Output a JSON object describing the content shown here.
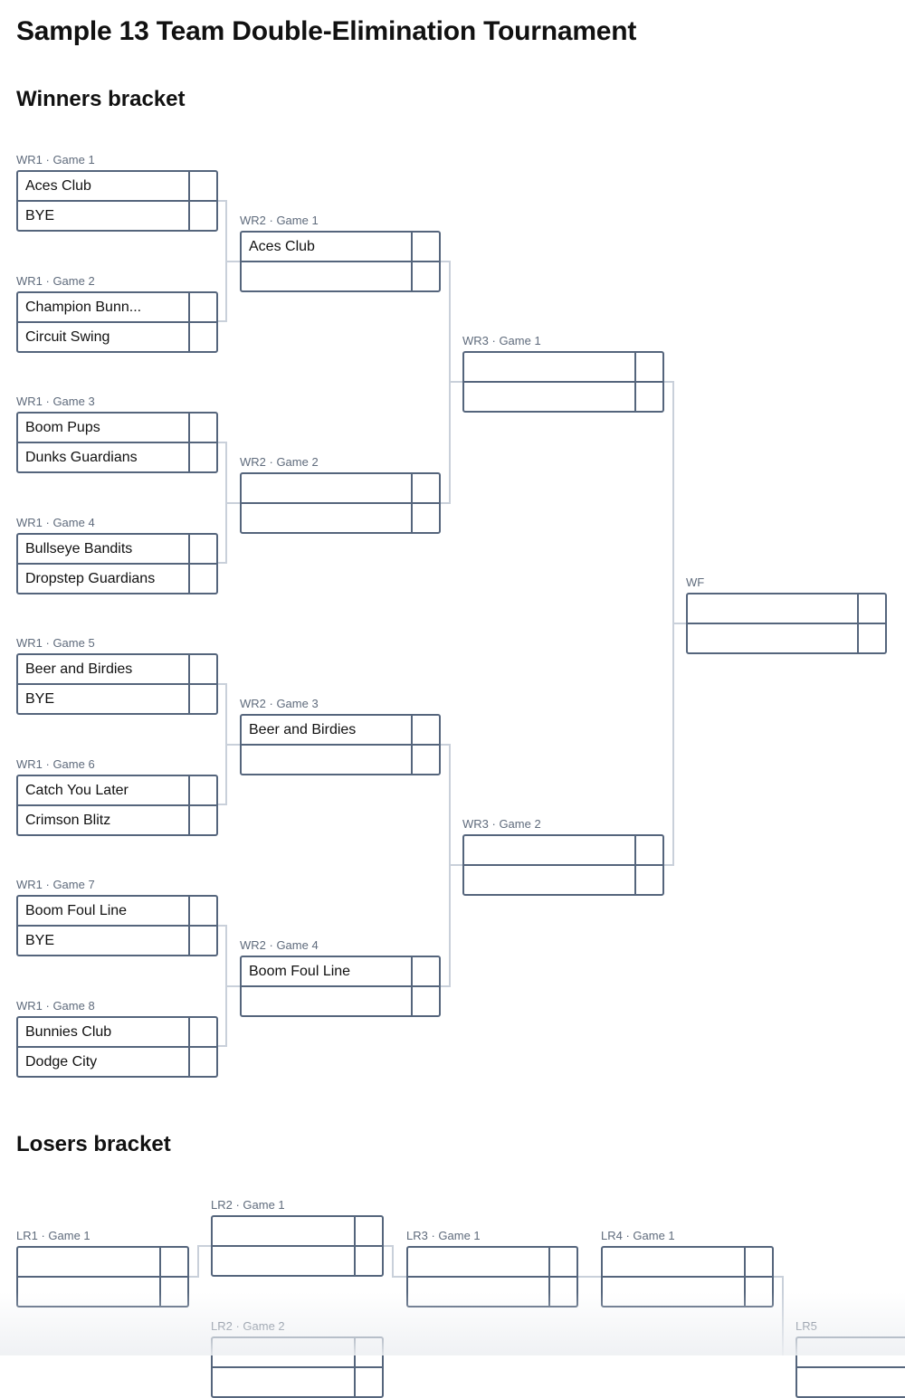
{
  "page": {
    "title": "Sample 13 Team Double-Elimination Tournament",
    "winners_heading": "Winners bracket",
    "losers_heading": "Losers bracket"
  },
  "colors": {
    "box_border": "#55657c",
    "label": "#5f6b7c",
    "connector": "#c9d0da"
  },
  "winners": [
    {
      "label": "WR1 · Game 1",
      "teams": [
        "Aces Club",
        "BYE"
      ]
    },
    {
      "label": "WR1 · Game 2",
      "teams": [
        "Champion Bunn...",
        "Circuit Swing"
      ]
    },
    {
      "label": "WR1 · Game 3",
      "teams": [
        "Boom Pups",
        "Dunks Guardians"
      ]
    },
    {
      "label": "WR1 · Game 4",
      "teams": [
        "Bullseye Bandits",
        "Dropstep Guardians"
      ]
    },
    {
      "label": "WR1 · Game 5",
      "teams": [
        "Beer and Birdies",
        "BYE"
      ]
    },
    {
      "label": "WR1 · Game 6",
      "teams": [
        "Catch You Later",
        "Crimson Blitz"
      ]
    },
    {
      "label": "WR1 · Game 7",
      "teams": [
        "Boom Foul Line",
        "BYE"
      ]
    },
    {
      "label": "WR1 · Game 8",
      "teams": [
        "Bunnies Club",
        "Dodge City"
      ]
    },
    {
      "label": "WR2 · Game 1",
      "teams": [
        "Aces Club",
        ""
      ]
    },
    {
      "label": "WR2 · Game 2",
      "teams": [
        "",
        ""
      ]
    },
    {
      "label": "WR2 · Game 3",
      "teams": [
        "Beer and Birdies",
        ""
      ]
    },
    {
      "label": "WR2 · Game 4",
      "teams": [
        "Boom Foul Line",
        ""
      ]
    },
    {
      "label": "WR3 · Game 1",
      "teams": [
        "",
        ""
      ]
    },
    {
      "label": "WR3 · Game 2",
      "teams": [
        "",
        ""
      ]
    },
    {
      "label": "WF",
      "teams": [
        "",
        ""
      ]
    }
  ],
  "losers": [
    {
      "label": "LR1 · Game 1",
      "teams": [
        "",
        ""
      ]
    },
    {
      "label": "LR2 · Game 1",
      "teams": [
        "",
        ""
      ]
    },
    {
      "label": "LR2 · Game 2",
      "teams": [
        "",
        ""
      ]
    },
    {
      "label": "LR3 · Game 1",
      "teams": [
        "",
        ""
      ]
    },
    {
      "label": "LR4 · Game 1",
      "teams": [
        "",
        ""
      ]
    },
    {
      "label": "LR5",
      "teams": [
        "",
        ""
      ]
    }
  ]
}
